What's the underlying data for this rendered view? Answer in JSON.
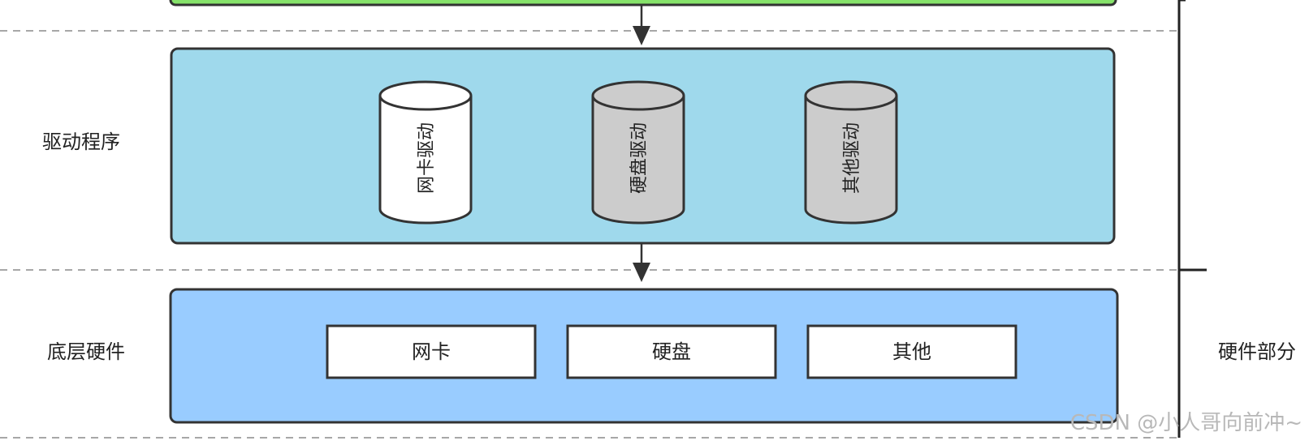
{
  "layers": {
    "driver": {
      "label": "驱动程序",
      "cylinders": [
        {
          "label": "网卡驱动",
          "fill": "#ffffff"
        },
        {
          "label": "硬盘驱动",
          "fill": "#cccccc"
        },
        {
          "label": "其他驱动",
          "fill": "#cccccc"
        }
      ]
    },
    "hardware": {
      "label": "底层硬件",
      "boxes": [
        {
          "label": "网卡"
        },
        {
          "label": "硬盘"
        },
        {
          "label": "其他"
        }
      ]
    }
  },
  "side": {
    "label": "硬件部分"
  },
  "watermark": {
    "text": "CSDN @小人哥向前冲~"
  },
  "colors": {
    "driver_bg": "#9fd9ec",
    "hardware_bg": "#99ccff",
    "top_bar": "#86e36a",
    "stroke": "#333333",
    "dash": "#8a8a8a"
  }
}
